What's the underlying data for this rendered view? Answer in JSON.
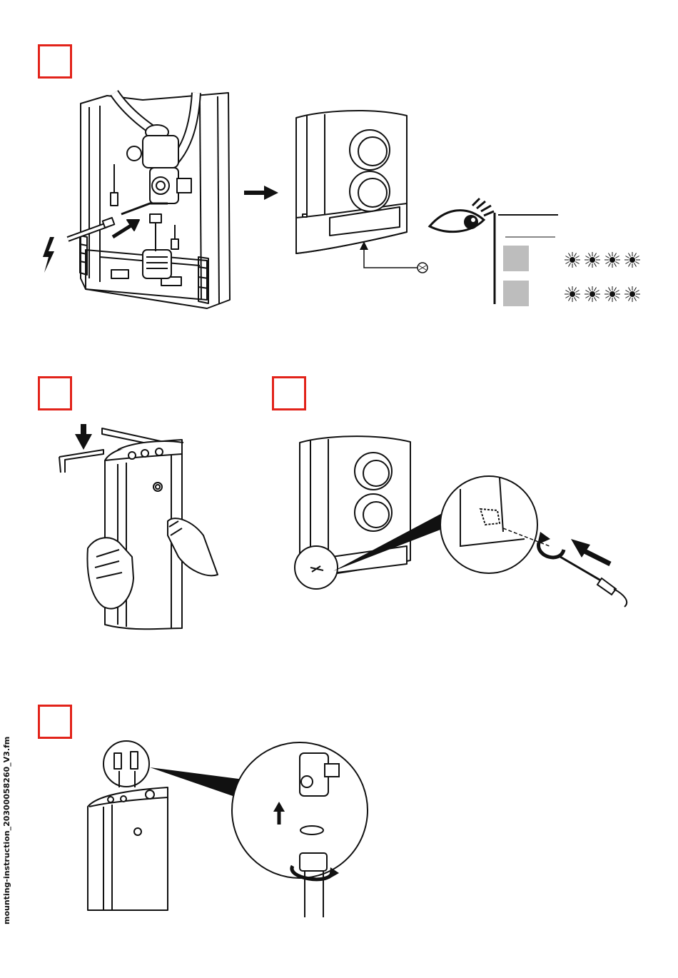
{
  "page": {
    "footer_filename": "mounting-instruction_20300058260_V3.fm"
  },
  "steps": [
    {
      "name": "step-1",
      "accent": "#e2231a"
    },
    {
      "name": "step-2",
      "accent": "#e2231a"
    },
    {
      "name": "step-3",
      "accent": "#e2231a"
    },
    {
      "name": "step-4",
      "accent": "#e2231a"
    }
  ],
  "icons": [
    "lightning-icon",
    "arrow-right-icon",
    "eye-icon",
    "indicator-light-icon",
    "screwdriver-icon",
    "rotate-arrow-icon",
    "arrow-up-icon",
    "hand-icon"
  ],
  "colors": {
    "step_frame": "#e2231a",
    "line": "#111111",
    "panel_fill": "#bdbdbd"
  }
}
